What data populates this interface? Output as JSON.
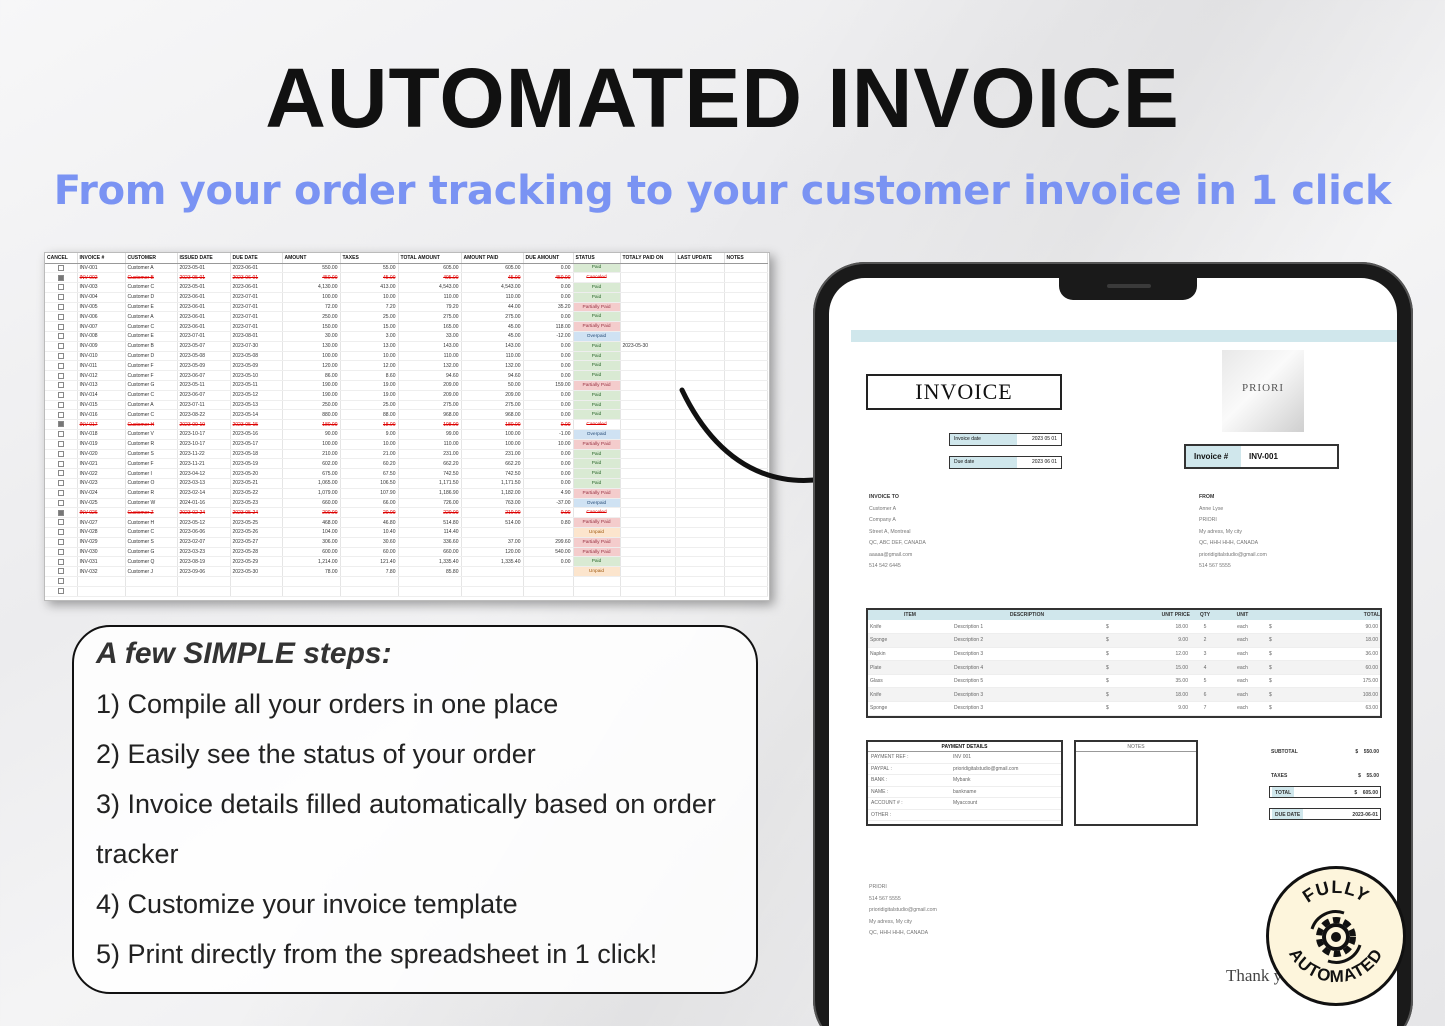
{
  "header": {
    "title": "AUTOMATED INVOICE",
    "subtitle": "From your order tracking to your customer invoice in 1 click"
  },
  "sheet": {
    "columns": [
      "CANCEL",
      "INVOICE #",
      "CUSTOMER",
      "ISSUED DATE",
      "DUE DATE",
      "AMOUNT",
      "TAXES",
      "TOTAL AMOUNT",
      "AMOUNT PAID",
      "DUE AMOUNT",
      "STATUS",
      "TOTALY PAID ON",
      "LAST UPDATE",
      "NOTES"
    ],
    "rows": [
      {
        "c": false,
        "inv": "INV-001",
        "cust": "Customer A",
        "issued": "2023-05-01",
        "due": "2023-06-01",
        "amt": "550.00",
        "tax": "55.00",
        "total": "605.00",
        "paid": "605.00",
        "dueamt": "0.00",
        "status": "Paid",
        "paid_on": ""
      },
      {
        "c": true,
        "inv": "INV-002",
        "cust": "Customer B",
        "issued": "2023-05-01",
        "due": "2023-06-01",
        "amt": "450.00",
        "tax": "45.00",
        "total": "495.00",
        "paid": "45.00",
        "dueamt": "450.00",
        "status": "Canceled",
        "paid_on": ""
      },
      {
        "c": false,
        "inv": "INV-003",
        "cust": "Customer C",
        "issued": "2023-05-01",
        "due": "2023-06-01",
        "amt": "4,130.00",
        "tax": "413.00",
        "total": "4,543.00",
        "paid": "4,543.00",
        "dueamt": "0.00",
        "status": "Paid",
        "paid_on": ""
      },
      {
        "c": false,
        "inv": "INV-004",
        "cust": "Customer D",
        "issued": "2023-06-01",
        "due": "2023-07-01",
        "amt": "100.00",
        "tax": "10.00",
        "total": "110.00",
        "paid": "110.00",
        "dueamt": "0.00",
        "status": "Paid",
        "paid_on": ""
      },
      {
        "c": false,
        "inv": "INV-005",
        "cust": "Customer E",
        "issued": "2023-06-01",
        "due": "2023-07-01",
        "amt": "72.00",
        "tax": "7.20",
        "total": "79.20",
        "paid": "44.00",
        "dueamt": "35.20",
        "status": "Partially Paid",
        "paid_on": ""
      },
      {
        "c": false,
        "inv": "INV-006",
        "cust": "Customer A",
        "issued": "2023-06-01",
        "due": "2023-07-01",
        "amt": "250.00",
        "tax": "25.00",
        "total": "275.00",
        "paid": "275.00",
        "dueamt": "0.00",
        "status": "Paid",
        "paid_on": ""
      },
      {
        "c": false,
        "inv": "INV-007",
        "cust": "Customer C",
        "issued": "2023-06-01",
        "due": "2023-07-01",
        "amt": "150.00",
        "tax": "15.00",
        "total": "165.00",
        "paid": "45.00",
        "dueamt": "118.00",
        "status": "Partially Paid",
        "paid_on": ""
      },
      {
        "c": false,
        "inv": "INV-008",
        "cust": "Customer E",
        "issued": "2023-07-01",
        "due": "2023-08-01",
        "amt": "30.00",
        "tax": "3.00",
        "total": "33.00",
        "paid": "45.00",
        "dueamt": "-12.00",
        "status": "Overpaid",
        "paid_on": ""
      },
      {
        "c": false,
        "inv": "INV-009",
        "cust": "Customer B",
        "issued": "2023-05-07",
        "due": "2023-07-30",
        "amt": "130.00",
        "tax": "13.00",
        "total": "143.00",
        "paid": "143.00",
        "dueamt": "0.00",
        "status": "Paid",
        "paid_on": "2023-05-30"
      },
      {
        "c": false,
        "inv": "INV-010",
        "cust": "Customer D",
        "issued": "2023-05-08",
        "due": "2023-05-08",
        "amt": "100.00",
        "tax": "10.00",
        "total": "110.00",
        "paid": "110.00",
        "dueamt": "0.00",
        "status": "Paid",
        "paid_on": ""
      },
      {
        "c": false,
        "inv": "INV-011",
        "cust": "Customer F",
        "issued": "2023-05-09",
        "due": "2023-05-09",
        "amt": "120.00",
        "tax": "12.00",
        "total": "132.00",
        "paid": "132.00",
        "dueamt": "0.00",
        "status": "Paid",
        "paid_on": ""
      },
      {
        "c": false,
        "inv": "INV-012",
        "cust": "Customer F",
        "issued": "2023-06-07",
        "due": "2023-05-10",
        "amt": "86.00",
        "tax": "8.60",
        "total": "94.60",
        "paid": "94.60",
        "dueamt": "0.00",
        "status": "Paid",
        "paid_on": ""
      },
      {
        "c": false,
        "inv": "INV-013",
        "cust": "Customer G",
        "issued": "2023-05-11",
        "due": "2023-05-11",
        "amt": "190.00",
        "tax": "19.00",
        "total": "209.00",
        "paid": "50.00",
        "dueamt": "159.00",
        "status": "Partially Paid",
        "paid_on": ""
      },
      {
        "c": false,
        "inv": "INV-014",
        "cust": "Customer C",
        "issued": "2023-06-07",
        "due": "2023-05-12",
        "amt": "190.00",
        "tax": "19.00",
        "total": "209.00",
        "paid": "209.00",
        "dueamt": "0.00",
        "status": "Paid",
        "paid_on": ""
      },
      {
        "c": false,
        "inv": "INV-015",
        "cust": "Customer A",
        "issued": "2023-07-11",
        "due": "2023-05-13",
        "amt": "250.00",
        "tax": "25.00",
        "total": "275.00",
        "paid": "275.00",
        "dueamt": "0.00",
        "status": "Paid",
        "paid_on": ""
      },
      {
        "c": false,
        "inv": "INV-016",
        "cust": "Customer C",
        "issued": "2023-08-22",
        "due": "2023-05-14",
        "amt": "880.00",
        "tax": "88.00",
        "total": "968.00",
        "paid": "968.00",
        "dueamt": "0.00",
        "status": "Paid",
        "paid_on": ""
      },
      {
        "c": true,
        "inv": "INV-017",
        "cust": "Customer H",
        "issued": "2023-09-19",
        "due": "2023-05-15",
        "amt": "180.00",
        "tax": "18.00",
        "total": "198.00",
        "paid": "180.00",
        "dueamt": "0.00",
        "status": "Canceled",
        "paid_on": ""
      },
      {
        "c": false,
        "inv": "INV-018",
        "cust": "Customer V",
        "issued": "2023-10-17",
        "due": "2023-05-16",
        "amt": "90.00",
        "tax": "9.00",
        "total": "99.00",
        "paid": "100.00",
        "dueamt": "-1.00",
        "status": "Overpaid",
        "paid_on": ""
      },
      {
        "c": false,
        "inv": "INV-019",
        "cust": "Customer R",
        "issued": "2023-10-17",
        "due": "2023-05-17",
        "amt": "100.00",
        "tax": "10.00",
        "total": "110.00",
        "paid": "100.00",
        "dueamt": "10.00",
        "status": "Partially Paid",
        "paid_on": ""
      },
      {
        "c": false,
        "inv": "INV-020",
        "cust": "Customer S",
        "issued": "2023-11-22",
        "due": "2023-05-18",
        "amt": "210.00",
        "tax": "21.00",
        "total": "231.00",
        "paid": "231.00",
        "dueamt": "0.00",
        "status": "Paid",
        "paid_on": ""
      },
      {
        "c": false,
        "inv": "INV-021",
        "cust": "Customer F",
        "issued": "2023-11-21",
        "due": "2023-05-19",
        "amt": "602.00",
        "tax": "60.20",
        "total": "662.20",
        "paid": "662.20",
        "dueamt": "0.00",
        "status": "Paid",
        "paid_on": ""
      },
      {
        "c": false,
        "inv": "INV-022",
        "cust": "Customer I",
        "issued": "2023-04-12",
        "due": "2023-05-20",
        "amt": "675.00",
        "tax": "67.50",
        "total": "742.50",
        "paid": "742.50",
        "dueamt": "0.00",
        "status": "Paid",
        "paid_on": ""
      },
      {
        "c": false,
        "inv": "INV-023",
        "cust": "Customer O",
        "issued": "2023-03-13",
        "due": "2023-05-21",
        "amt": "1,065.00",
        "tax": "106.50",
        "total": "1,171.50",
        "paid": "1,171.50",
        "dueamt": "0.00",
        "status": "Paid",
        "paid_on": ""
      },
      {
        "c": false,
        "inv": "INV-024",
        "cust": "Customer R",
        "issued": "2023-02-14",
        "due": "2023-05-22",
        "amt": "1,079.00",
        "tax": "107.90",
        "total": "1,186.90",
        "paid": "1,182.00",
        "dueamt": "4.90",
        "status": "Partially Paid",
        "paid_on": ""
      },
      {
        "c": false,
        "inv": "INV-025",
        "cust": "Customer W",
        "issued": "2024-01-16",
        "due": "2023-05-23",
        "amt": "660.00",
        "tax": "66.00",
        "total": "726.00",
        "paid": "763.00",
        "dueamt": "-37.00",
        "status": "Overpaid",
        "paid_on": ""
      },
      {
        "c": true,
        "inv": "INV-026",
        "cust": "Customer Z",
        "issued": "2023-02-24",
        "due": "2023-05-24",
        "amt": "200.00",
        "tax": "20.00",
        "total": "220.00",
        "paid": "210.00",
        "dueamt": "0.00",
        "status": "Canceled",
        "paid_on": ""
      },
      {
        "c": false,
        "inv": "INV-027",
        "cust": "Customer H",
        "issued": "2023-05-12",
        "due": "2023-05-25",
        "amt": "468.00",
        "tax": "46.80",
        "total": "514.80",
        "paid": "514.00",
        "dueamt": "0.80",
        "status": "Partially Paid",
        "paid_on": ""
      },
      {
        "c": false,
        "inv": "INV-028",
        "cust": "Customer C",
        "issued": "2023-06-06",
        "due": "2023-05-26",
        "amt": "104.00",
        "tax": "10.40",
        "total": "114.40",
        "paid": "",
        "dueamt": "",
        "status": "Unpaid",
        "paid_on": ""
      },
      {
        "c": false,
        "inv": "INV-029",
        "cust": "Customer S",
        "issued": "2023-02-07",
        "due": "2023-05-27",
        "amt": "306.00",
        "tax": "30.60",
        "total": "336.60",
        "paid": "37.00",
        "dueamt": "299.60",
        "status": "Partially Paid",
        "paid_on": ""
      },
      {
        "c": false,
        "inv": "INV-030",
        "cust": "Customer G",
        "issued": "2023-03-23",
        "due": "2023-05-28",
        "amt": "600.00",
        "tax": "60.00",
        "total": "660.00",
        "paid": "120.00",
        "dueamt": "540.00",
        "status": "Partially Paid",
        "paid_on": ""
      },
      {
        "c": false,
        "inv": "INV-031",
        "cust": "Customer Q",
        "issued": "2023-08-19",
        "due": "2023-05-29",
        "amt": "1,214.00",
        "tax": "121.40",
        "total": "1,335.40",
        "paid": "1,335.40",
        "dueamt": "0.00",
        "status": "Paid",
        "paid_on": ""
      },
      {
        "c": false,
        "inv": "INV-032",
        "cust": "Customer J",
        "issued": "2023-09-06",
        "due": "2023-05-30",
        "amt": "78.00",
        "tax": "7.80",
        "total": "85.80",
        "paid": "",
        "dueamt": "",
        "status": "Unpaid",
        "paid_on": ""
      }
    ]
  },
  "steps": {
    "heading": "A few SIMPLE steps:",
    "items": [
      "1) Compile all your orders in one place",
      "2) Easily see the status of your order",
      "3) Invoice details filled automatically based on order",
      "tracker",
      "4) Customize your invoice template",
      "5) Print directly from the spreadsheet in 1 click!"
    ]
  },
  "invoice": {
    "title": "INVOICE",
    "logo_text": "PRIORI",
    "invoice_date_label": "Invoice date",
    "invoice_date": "2023 05 01",
    "due_date_label": "Due date",
    "due_date": "2023 06 01",
    "invoice_no_label": "Invoice #",
    "invoice_no": "INV-001",
    "to_label": "INVOICE TO",
    "to_lines": [
      "Customer A",
      "Company A",
      "Street A, Montreal",
      "QC, ABC DEF, CANADA",
      "aaaaa@gmail.com",
      "514 542 6445"
    ],
    "from_label": "FROM",
    "from_lines": [
      "Anne Lyse",
      "PRIORI",
      "My adress, My city",
      "QC, HHH HHH, CANADA",
      "prioridigitalstudio@gmail.com",
      "514 567 5555"
    ],
    "item_headers": [
      "ITEM",
      "DESCRIPTION",
      "UNIT PRICE",
      "QTY",
      "UNIT",
      "TOTAL"
    ],
    "items": [
      {
        "item": "Knife",
        "desc": "Description 1",
        "price": "18.00",
        "qty": "5",
        "unit": "each",
        "total": "90.00"
      },
      {
        "item": "Sponge",
        "desc": "Description 2",
        "price": "9.00",
        "qty": "2",
        "unit": "each",
        "total": "18.00"
      },
      {
        "item": "Napkin",
        "desc": "Description 3",
        "price": "12.00",
        "qty": "3",
        "unit": "each",
        "total": "36.00"
      },
      {
        "item": "Plate",
        "desc": "Description 4",
        "price": "15.00",
        "qty": "4",
        "unit": "each",
        "total": "60.00"
      },
      {
        "item": "Glass",
        "desc": "Description 5",
        "price": "35.00",
        "qty": "5",
        "unit": "each",
        "total": "175.00"
      },
      {
        "item": "Knife",
        "desc": "Description 3",
        "price": "18.00",
        "qty": "6",
        "unit": "each",
        "total": "108.00"
      },
      {
        "item": "Sponge",
        "desc": "Description 3",
        "price": "9.00",
        "qty": "7",
        "unit": "each",
        "total": "63.00"
      }
    ],
    "currency": "$",
    "payment_label": "PAYMENT DETAILS",
    "payment": [
      {
        "k": "PAYMENT REF :",
        "v": "INV 001"
      },
      {
        "k": "PAYPAL :",
        "v": "prioridigitalstudio@gmail.com"
      },
      {
        "k": "BANK :",
        "v": "Mybank"
      },
      {
        "k": "NAME :",
        "v": "bankname"
      },
      {
        "k": "ACCOUNT # :",
        "v": "Myaccount"
      },
      {
        "k": "OTHER :",
        "v": ""
      }
    ],
    "notes_label": "NOTES",
    "subtotal_label": "SUBTOTAL",
    "subtotal": "550.00",
    "taxes_label": "TAXES",
    "taxes": "55.00",
    "total_label": "TOTAL",
    "total": "605.00",
    "duedate_label": "DUE DATE",
    "duedate": "2023-06-01",
    "footer_lines": [
      "PRIORI",
      "514 567 5555",
      "prioridigitalstudio@gmail.com",
      "My adress, My city",
      "QC, HHH HHH, CANADA"
    ],
    "thanks": "Thank y"
  },
  "badge": {
    "top": "FULLY",
    "bottom": "AUTOMATED"
  }
}
